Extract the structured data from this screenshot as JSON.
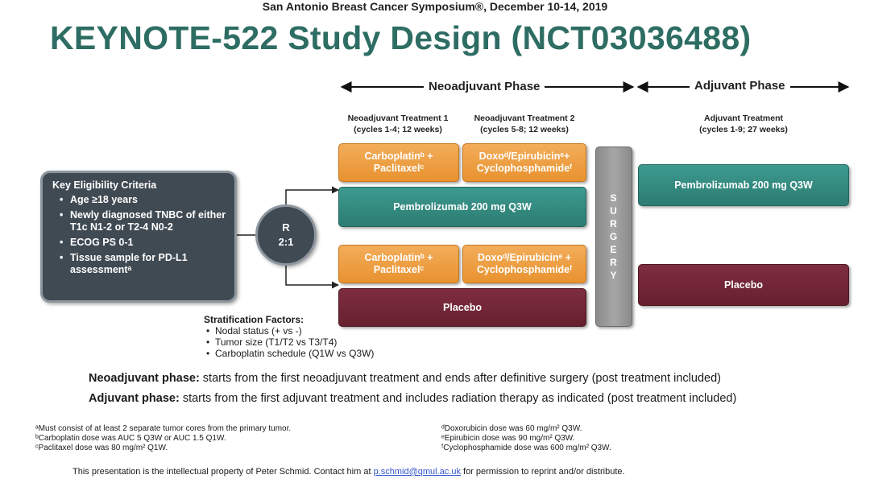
{
  "header": {
    "meeting": "San Antonio Breast Cancer Symposium®, December 10-14, 2019",
    "title": "KEYNOTE-522 Study Design (NCT03036488)"
  },
  "phases": {
    "neoadjuvant": "Neoadjuvant Phase",
    "adjuvant": "Adjuvant Phase"
  },
  "columns": {
    "neo1": {
      "title": "Neoadjuvant Treatment 1",
      "sub": "(cycles 1-4; 12 weeks)"
    },
    "neo2": {
      "title": "Neoadjuvant Treatment 2",
      "sub": "(cycles 5-8; 12 weeks)"
    },
    "adj": {
      "title": "Adjuvant Treatment",
      "sub": "(cycles 1-9; 27 weeks)"
    }
  },
  "eligibility": {
    "title": "Key Eligibility Criteria",
    "items": [
      "Age ≥18 years",
      "Newly diagnosed TNBC of either T1c N1-2 or T2-4 N0-2",
      "ECOG PS 0-1",
      "Tissue sample for PD-L1 assessmentᵃ"
    ]
  },
  "randomization": {
    "label": "R",
    "ratio": "2:1"
  },
  "arms": {
    "pembro": {
      "carbo_line1": "Carboplatinᵇ +",
      "carbo_line2": "Paclitaxelᶜ",
      "doxo_line1": "Doxoᵈ/Epirubicinᵉ+",
      "doxo_line2": "Cyclophosphamideᶠ",
      "neo_main": "Pembrolizumab 200 mg Q3W",
      "adj_main": "Pembrolizumab 200 mg Q3W"
    },
    "placebo": {
      "carbo_line1": "Carboplatinᵇ +",
      "carbo_line2": "Paclitaxelᶜ",
      "doxo_line1": "Doxoᵈ/Epirubicinᵉ +",
      "doxo_line2": "Cyclophosphamideᶠ",
      "neo_main": "Placebo",
      "adj_main": "Placebo"
    }
  },
  "surgery": [
    "S",
    "U",
    "R",
    "G",
    "E",
    "R",
    "Y"
  ],
  "stratification": {
    "title": "Stratification Factors:",
    "items": [
      "Nodal status (+ vs -)",
      "Tumor size (T1/T2 vs T3/T4)",
      "Carboplatin schedule (Q1W vs Q3W)"
    ]
  },
  "phase_definitions": {
    "neo_label": "Neoadjuvant phase:",
    "neo_text": " starts from the first neoadjuvant treatment and ends after definitive surgery (post treatment included)",
    "adj_label": "Adjuvant phase:",
    "adj_text": " starts from the first adjuvant treatment and includes radiation therapy as indicated (post treatment included)"
  },
  "footnotes": {
    "left": [
      "ᵃMust consist of at least 2 separate tumor cores from the primary tumor.",
      "ᵇCarboplatin dose was AUC 5 Q3W or AUC 1.5 Q1W.",
      "ᶜPaclitaxel dose was 80 mg/m² Q1W."
    ],
    "right": [
      "ᵈDoxorubicin dose was 60 mg/m² Q3W.",
      "ᵉEpirubicin dose was 90 mg/m² Q3W.",
      "ᶠCyclophosphamide dose was 600 mg/m² Q3W."
    ]
  },
  "copyright": {
    "before": "This presentation is the intellectual property of Peter Schmid. Contact him at ",
    "email": "p.schmid@qmul.ac.uk",
    "after": " for permission to reprint and/or distribute."
  },
  "colors": {
    "title": "#2e6d63",
    "orange": "#e8922f",
    "teal": "#2c7c72",
    "maroon": "#67202f",
    "surgery": "#999999",
    "dark_box": "#404a53"
  }
}
